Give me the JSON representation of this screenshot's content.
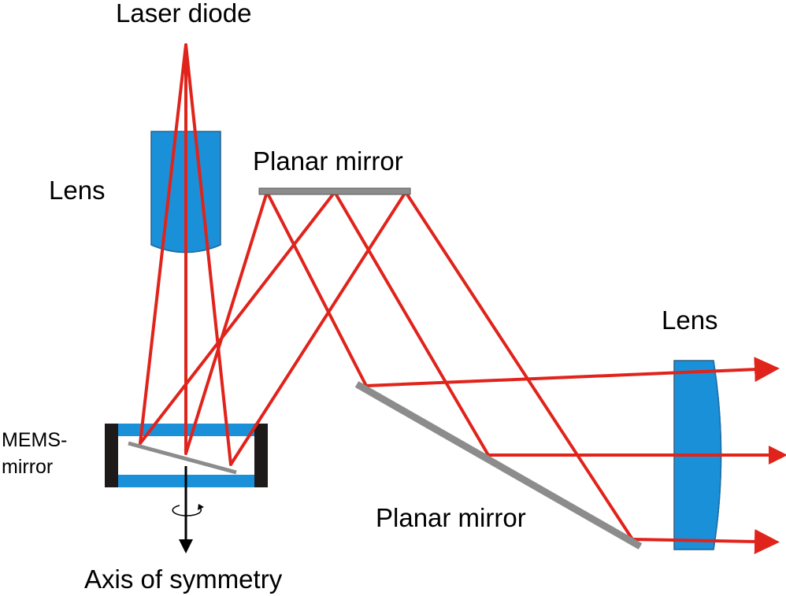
{
  "labels": {
    "laser_diode": "Laser diode",
    "lens_left": "Lens",
    "planar_mirror_top": "Planar mirror",
    "lens_right": "Lens",
    "mems_line1": "MEMS-",
    "mems_line2": "mirror",
    "planar_mirror_bottom": "Planar mirror",
    "axis": "Axis of symmetry"
  },
  "colors": {
    "ray": "#e0231b",
    "lens": "#1a90d9",
    "lens_edge": "#2c5f86",
    "mirror": "#8c8c8c",
    "frame": "#1e1a1a",
    "axis": "#000000"
  },
  "icons": {
    "rotation": "rotation-arrow-icon"
  }
}
